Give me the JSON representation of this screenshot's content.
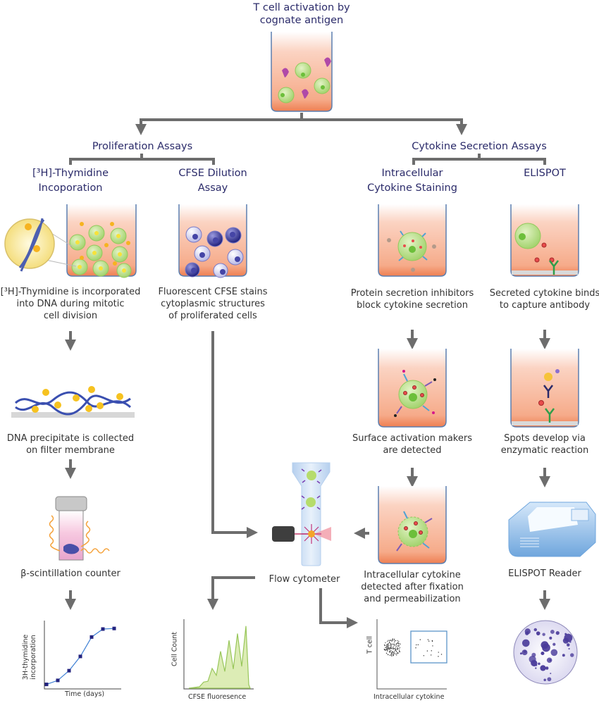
{
  "title": "T cell activation by\ncognate antigen",
  "branches": {
    "proliferation": {
      "label": "Proliferation Assays",
      "assays": [
        {
          "label_line1": "[³H]-Thymidine",
          "label_line2": "Incoporation",
          "steps": [
            "[³H]-Thymidine is incorporated|into DNA during mitotic|cell division",
            "DNA precipitate is collected|on filter membrane",
            "β-scintillation counter"
          ]
        },
        {
          "label_line1": "CFSE Dilution",
          "label_line2": "Assay",
          "steps": [
            "Fluorescent CFSE stains|cytoplasmic structures|of proliferated cells"
          ]
        }
      ]
    },
    "cytokine": {
      "label": "Cytokine Secretion Assays",
      "assays": [
        {
          "label_line1": "Intracellular",
          "label_line2": "Cytokine Staining",
          "steps": [
            "Protein secretion inhibitors|block cytokine secretion",
            "Surface activation makers|are detected",
            "Intracellular cytokine|detected after fixation|and permeabilization"
          ]
        },
        {
          "label_line1": "ELISPOT",
          "label_line2": "",
          "steps": [
            "Secreted cytokine binds|to capture antibody",
            "Spots develop via|enzymatic reaction",
            "ELISPOT Reader"
          ]
        }
      ]
    }
  },
  "flow_cytometer_label": "Flow cytometer",
  "colors": {
    "title_text": "#2b2b6a",
    "caption_text": "#333333",
    "arrow": "#6d6d6d",
    "medium_top": "#fde9e0",
    "medium_bottom": "#f0875c",
    "cell_green": "#a8d870",
    "cell_nucleus": "#6cbf3a",
    "beaker_edge": "#5b7fb0",
    "cfse_green": "#c8e39a",
    "thymidine_line": "#3a63c7",
    "elispot_spot": "#4a3b9a"
  },
  "chart_data": [
    {
      "type": "line",
      "title": "",
      "xlabel": "Time (days)",
      "ylabel": "3H-thymidine\nincorporation",
      "x": [
        0,
        1,
        2,
        3,
        4,
        5,
        6
      ],
      "values": [
        0.03,
        0.1,
        0.27,
        0.52,
        0.86,
        1.0,
        1.01
      ],
      "marker": "square",
      "grid": false
    },
    {
      "type": "area",
      "title": "",
      "xlabel": "CFSE fluoresence",
      "ylabel": "Cell Count",
      "peaks_relative_height": [
        0.09,
        0.29,
        0.54,
        0.7,
        0.8,
        0.91
      ],
      "grid": false
    },
    {
      "type": "scatter",
      "title": "",
      "xlabel": "Intracellular cytokine",
      "ylabel": "T cell",
      "clusters": [
        {
          "name": "cytokine-negative",
          "points": "dense cluster"
        },
        {
          "name": "cytokine-positive (gated)",
          "points": "sparse"
        }
      ],
      "grid": false
    }
  ]
}
